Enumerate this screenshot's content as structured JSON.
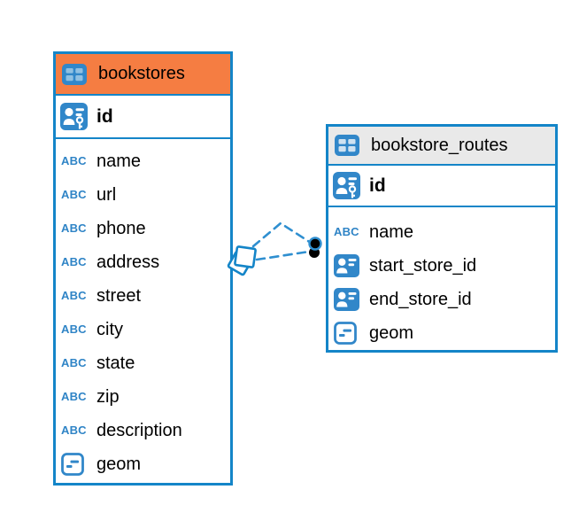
{
  "diagram": {
    "kind": "entity-relationship-diagram",
    "background": "#ffffff"
  },
  "colors": {
    "accent_blue": "#1485c8",
    "icon_blue": "#3187c9",
    "icon_cell_light_blue": "#8fc0e2",
    "selected_header_orange": "#f57d42",
    "header_gray": "#e9e9e9",
    "text": "#000000",
    "relationship_dot_black": "#000000"
  },
  "icon_labels": {
    "text_type": "ABC"
  },
  "tables": [
    {
      "title": "bookstores",
      "header_style": "orange-selected",
      "primary_key": {
        "name": "id"
      },
      "columns": [
        {
          "name": "name",
          "type": "text"
        },
        {
          "name": "url",
          "type": "text"
        },
        {
          "name": "phone",
          "type": "text"
        },
        {
          "name": "address",
          "type": "text"
        },
        {
          "name": "street",
          "type": "text"
        },
        {
          "name": "city",
          "type": "text"
        },
        {
          "name": "state",
          "type": "text"
        },
        {
          "name": "zip",
          "type": "text"
        },
        {
          "name": "description",
          "type": "text"
        },
        {
          "name": "geom",
          "type": "geometry"
        }
      ]
    },
    {
      "title": "bookstore_routes",
      "header_style": "gray",
      "primary_key": {
        "name": "id"
      },
      "columns": [
        {
          "name": "name",
          "type": "text"
        },
        {
          "name": "start_store_id",
          "type": "foreign-key"
        },
        {
          "name": "end_store_id",
          "type": "foreign-key"
        },
        {
          "name": "geom",
          "type": "geometry"
        }
      ]
    }
  ],
  "relationships": [
    {
      "from": "bookstore_routes.start_store_id",
      "to": "bookstores.id",
      "style": "dashed"
    },
    {
      "from": "bookstore_routes.end_store_id",
      "to": "bookstores.id",
      "style": "dashed"
    }
  ]
}
